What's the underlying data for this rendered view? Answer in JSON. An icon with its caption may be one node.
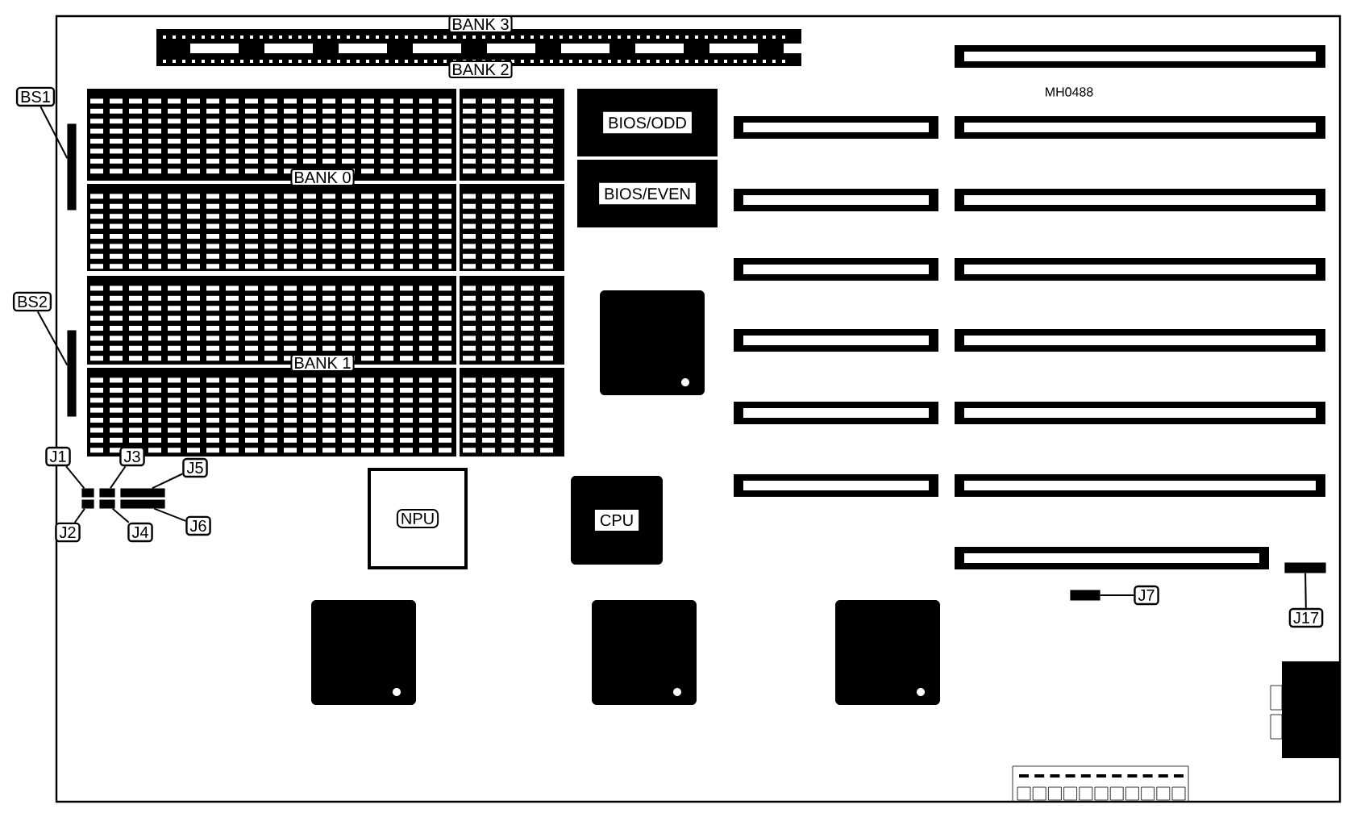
{
  "diagram": {
    "nodes": [
      {
        "text": [
          "BS1"
        ]
      },
      {
        "text": [],
        "shape": "box"
      },
      {
        "text": [
          "BS2"
        ]
      },
      {
        "text": [],
        "shape": "box"
      },
      {
        "text": [
          "J1"
        ]
      },
      {
        "text": [
          "J2"
        ]
      },
      {
        "text": [
          "J3"
        ]
      },
      {
        "text": [
          "J4"
        ]
      },
      {
        "text": [
          "J5"
        ]
      },
      {
        "text": [
          "J6"
        ]
      },
      {
        "text": [],
        "shape": "box"
      },
      {
        "text": [],
        "shape": "box"
      },
      {
        "text": [],
        "shape": "box"
      },
      {
        "text": [],
        "shape": "box"
      },
      {
        "text": [],
        "shape": "box"
      },
      {
        "text": [],
        "shape": "box"
      },
      {
        "text": [
          "J7"
        ]
      },
      {
        "text": [],
        "shape": "box"
      },
      {
        "text": [
          "J17"
        ]
      },
      {
        "text": [],
        "shape": "box"
      },
      {
        "text": [
          "BIOS/ODD"
        ]
      },
      {
        "text": [
          "BIOS/EVEN"
        ]
      },
      {
        "text": [
          "NPU"
        ]
      },
      {
        "text": [
          "CPU"
        ]
      }
    ],
    "edges": [
      {
        "from": 0,
        "to": 1,
        "arrow": "none"
      },
      {
        "from": 2,
        "to": 3,
        "arrow": "none"
      },
      {
        "from": 4,
        "to": 10,
        "arrow": "none"
      },
      {
        "from": 5,
        "to": 11,
        "arrow": "none"
      },
      {
        "from": 6,
        "to": 12,
        "arrow": "none"
      },
      {
        "from": 7,
        "to": 13,
        "arrow": "none"
      },
      {
        "from": 8,
        "to": 14,
        "arrow": "none"
      },
      {
        "from": 9,
        "to": 15,
        "arrow": "none"
      },
      {
        "from": 16,
        "to": 17,
        "arrow": "none"
      },
      {
        "from": 18,
        "to": 19,
        "arrow": "none"
      }
    ],
    "labels": [
      "BANK 3",
      "BANK 2",
      "MH0488",
      "BANK 0",
      "BANK 1"
    ]
  }
}
